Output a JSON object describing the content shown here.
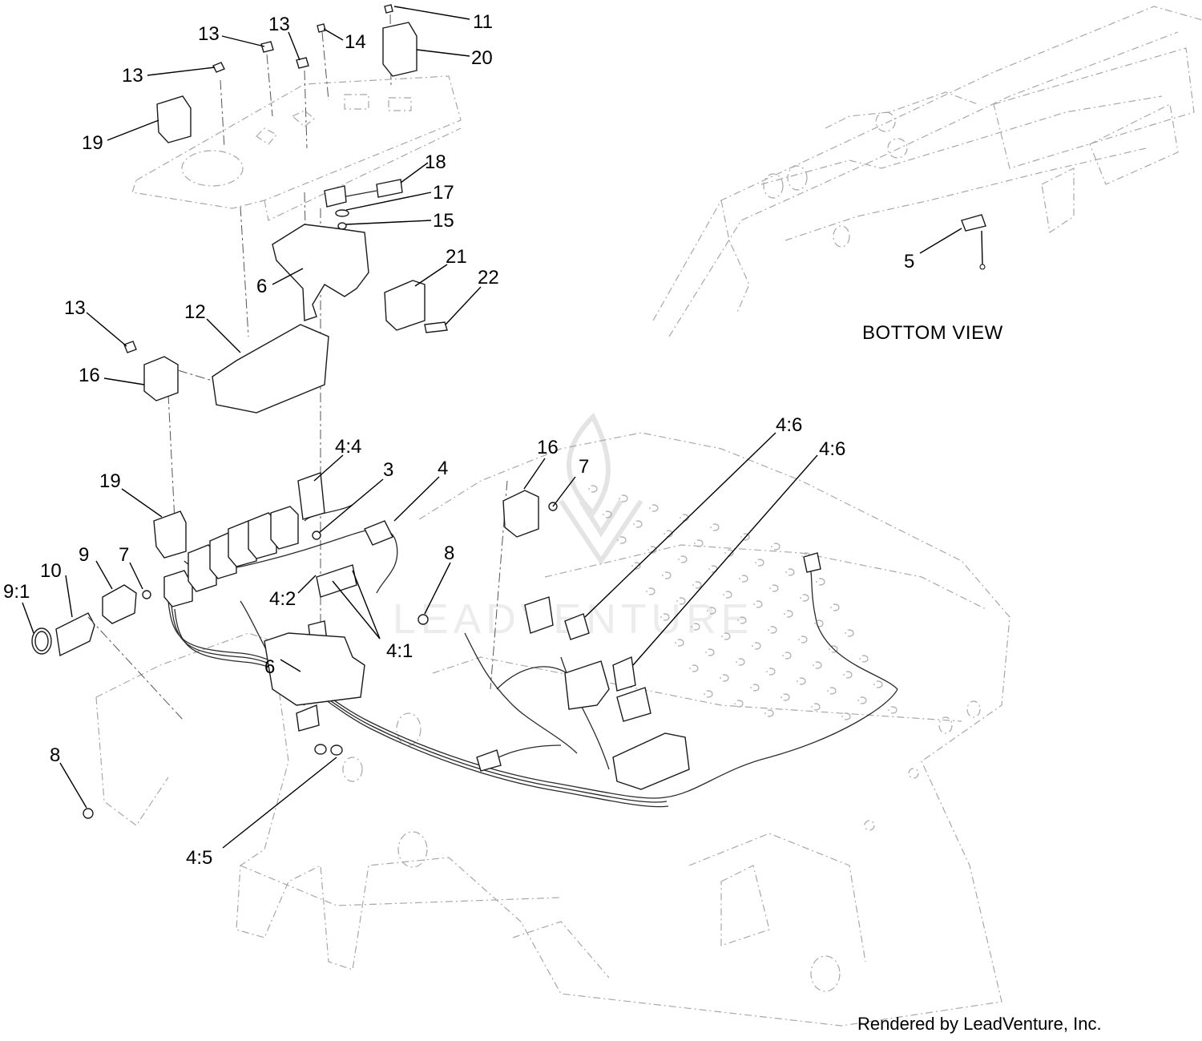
{
  "callouts": [
    {
      "id": "11"
    },
    {
      "id": "20"
    },
    {
      "id": "14"
    },
    {
      "id": "13a"
    },
    {
      "id": "13b"
    },
    {
      "id": "13c"
    },
    {
      "id": "19a"
    },
    {
      "id": "18"
    },
    {
      "id": "17"
    },
    {
      "id": "15"
    },
    {
      "id": "21"
    },
    {
      "id": "22"
    },
    {
      "id": "6a"
    },
    {
      "id": "13d"
    },
    {
      "id": "12"
    },
    {
      "id": "16a"
    },
    {
      "id": "5"
    },
    {
      "id": "44"
    },
    {
      "id": "3"
    },
    {
      "id": "4"
    },
    {
      "id": "16b"
    },
    {
      "id": "7a"
    },
    {
      "id": "46a"
    },
    {
      "id": "46b"
    },
    {
      "id": "19b"
    },
    {
      "id": "9"
    },
    {
      "id": "10"
    },
    {
      "id": "7b"
    },
    {
      "id": "91"
    },
    {
      "id": "8a"
    },
    {
      "id": "42"
    },
    {
      "id": "41"
    },
    {
      "id": "6b"
    },
    {
      "id": "8b"
    },
    {
      "id": "45"
    }
  ],
  "labels": {
    "l11": "11",
    "l20": "20",
    "l14": "14",
    "l13a": "13",
    "l13b": "13",
    "l13c": "13",
    "l19a": "19",
    "l18": "18",
    "l17": "17",
    "l15": "15",
    "l21": "21",
    "l22": "22",
    "l6a": "6",
    "l13d": "13",
    "l12": "12",
    "l16a": "16",
    "l5": "5",
    "l44": "4:4",
    "l3": "3",
    "l4": "4",
    "l16b": "16",
    "l7a": "7",
    "l46a": "4:6",
    "l46b": "4:6",
    "l19b": "19",
    "l9": "9",
    "l10": "10",
    "l7b": "7",
    "l91": "9:1",
    "l8a": "8",
    "l42": "4:2",
    "l41": "4:1",
    "l6b": "6",
    "l8b": "8",
    "l45": "4:5"
  },
  "bottom_view_caption": "BOTTOM VIEW",
  "watermark_text": "LEADVENTURE",
  "credit": "Rendered by LeadVenture, Inc."
}
